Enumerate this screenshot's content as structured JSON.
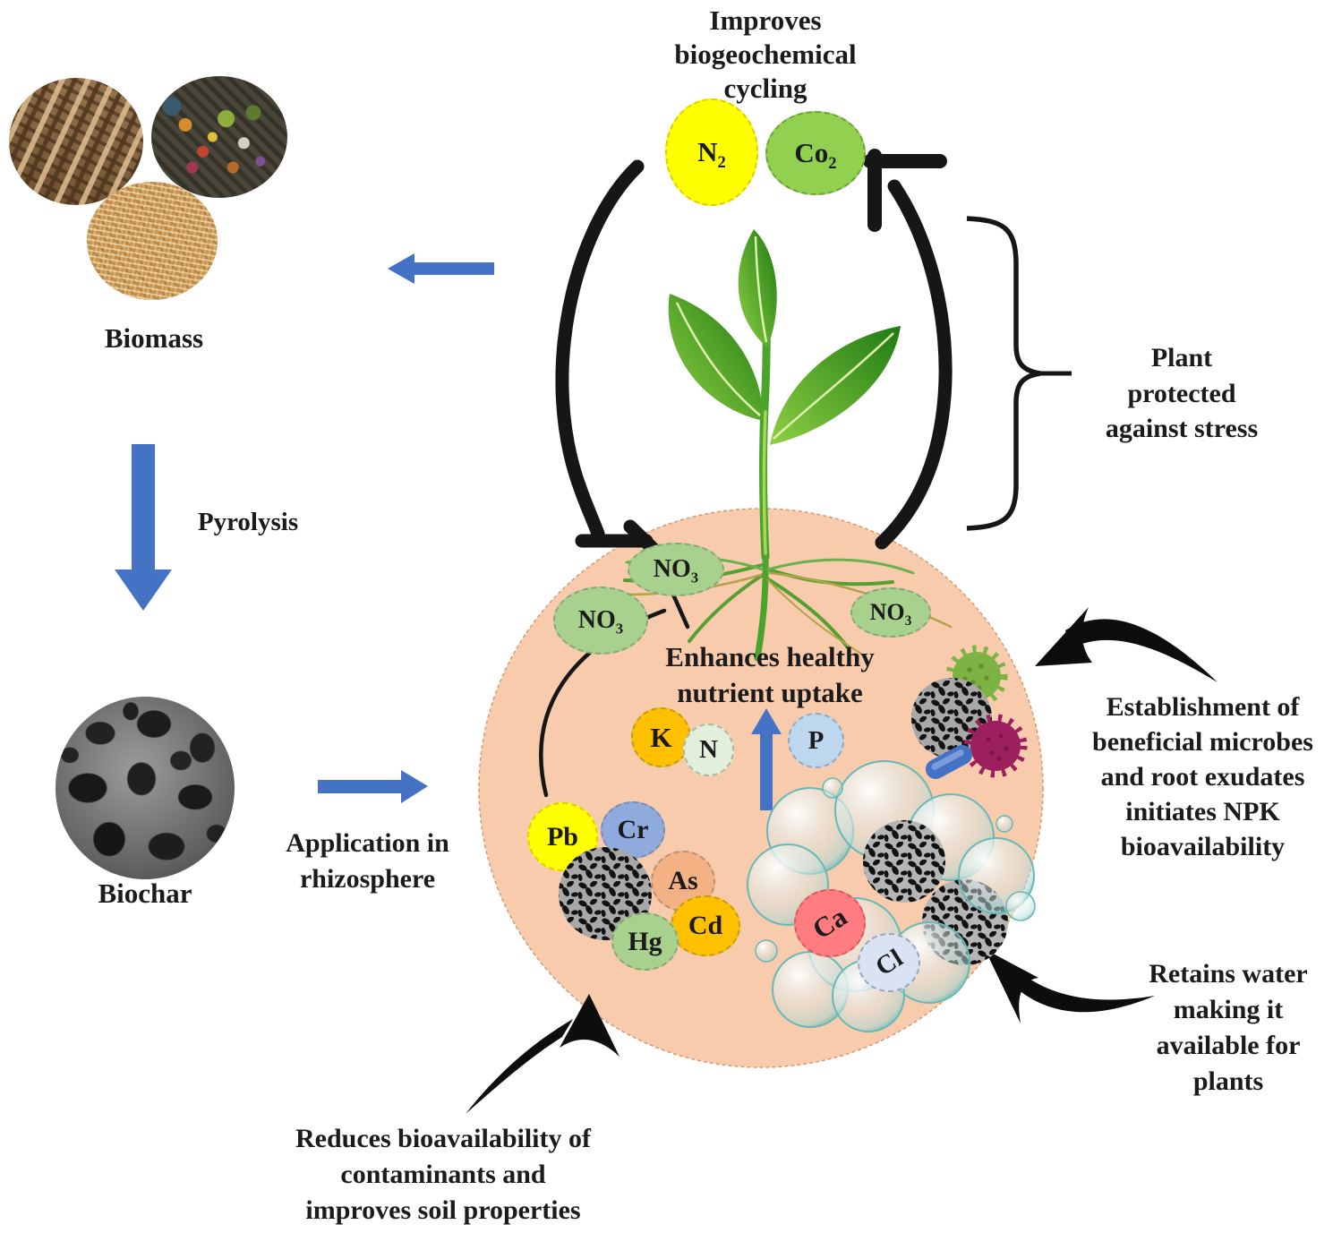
{
  "palette": {
    "arrow_blue": "#4472C4",
    "soil_peach": "#F8CBAD",
    "n2_yellow": "#FFFF00",
    "co2_green": "#92D050",
    "no3_green": "#A9D18E",
    "k_orange": "#FFC000",
    "n_pale_green": "#E2EFDA",
    "p_light_blue": "#BDD7EE",
    "pb_yellow": "#FFFF00",
    "cr_blue": "#8FAADC",
    "as_peach": "#F4B183",
    "cd_orange": "#FFC000",
    "hg_green": "#A9D18E",
    "ca_salmon": "#FF7C80",
    "cl_lavender": "#DAE3F3",
    "microbe_green": "#7CB342",
    "microbe_magenta": "#9C1F60",
    "ink": "#1b1b1b"
  },
  "left_column": {
    "biomass_label": "Biomass",
    "pyrolysis_label": "Pyrolysis",
    "biochar_label": "Biochar",
    "application_label": "Application in\nrhizosphere"
  },
  "cycle": {
    "title": "Improves\nbiogeochemical\ncycling",
    "n2": {
      "base": "N",
      "sub": "2"
    },
    "co2": {
      "base": "Co",
      "sub": "2"
    }
  },
  "rhizosphere": {
    "no3": {
      "base": "NO",
      "sub": "3"
    },
    "enhances_text": "Enhances healthy\nnutrient uptake",
    "nutrients": [
      {
        "symbol": "K"
      },
      {
        "symbol": "N"
      },
      {
        "symbol": "P"
      }
    ],
    "metals": [
      {
        "symbol": "Pb"
      },
      {
        "symbol": "Cr"
      },
      {
        "symbol": "As"
      },
      {
        "symbol": "Cd"
      },
      {
        "symbol": "Hg"
      }
    ],
    "ions": [
      {
        "symbol": "Ca"
      },
      {
        "symbol": "Cl"
      }
    ]
  },
  "annotations": {
    "plant_protected": "Plant\nprotected\nagainst stress",
    "establishment": "Establishment of\nbeneficial microbes\nand root exudates\ninitiates NPK\nbioavailability",
    "retains_water": "Retains water\nmaking it\navailable for\nplants",
    "reduces": "Reduces bioavailability of\ncontaminants and\nimproves soil properties"
  }
}
